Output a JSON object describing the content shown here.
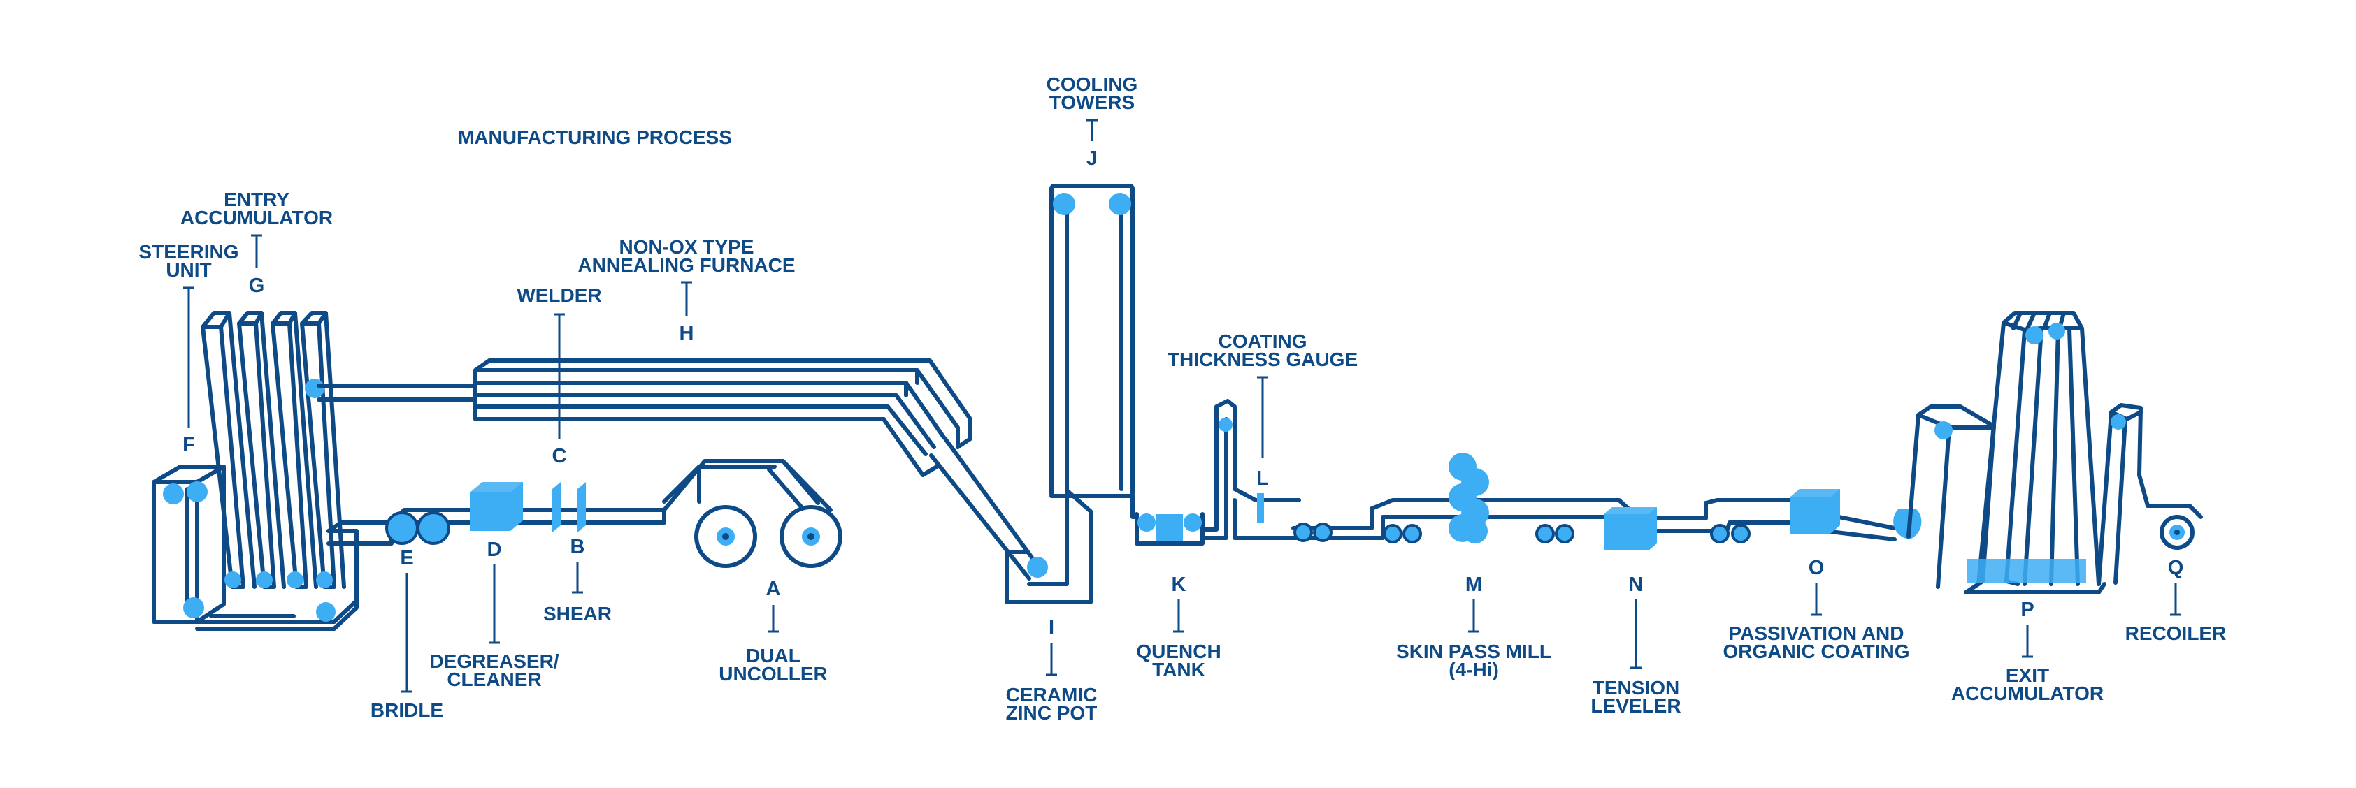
{
  "title": "MANUFACTURING PROCESS",
  "colors": {
    "line": "#0d4a86",
    "accent": "#3eaef4"
  },
  "stations": [
    {
      "id": "A",
      "letter": "A",
      "label": [
        "DUAL",
        "UNCOLLER"
      ]
    },
    {
      "id": "B",
      "letter": "B",
      "label": [
        "SHEAR"
      ]
    },
    {
      "id": "C",
      "letter": "C",
      "label": [
        "WELDER"
      ]
    },
    {
      "id": "D",
      "letter": "D",
      "label": [
        "DEGREASER/",
        "CLEANER"
      ]
    },
    {
      "id": "E",
      "letter": "E",
      "label": [
        "BRIDLE"
      ]
    },
    {
      "id": "F",
      "letter": "F",
      "label": [
        "STEERING",
        "UNIT"
      ]
    },
    {
      "id": "G",
      "letter": "G",
      "label": [
        "ENTRY",
        "ACCUMULATOR"
      ]
    },
    {
      "id": "H",
      "letter": "H",
      "label": [
        "NON-OX TYPE",
        "ANNEALING FURNACE"
      ]
    },
    {
      "id": "I",
      "letter": "I",
      "label": [
        "CERAMIC",
        "ZINC POT"
      ]
    },
    {
      "id": "J",
      "letter": "J",
      "label": [
        "COOLING",
        "TOWERS"
      ]
    },
    {
      "id": "K",
      "letter": "K",
      "label": [
        "QUENCH",
        "TANK"
      ]
    },
    {
      "id": "L",
      "letter": "L",
      "label": [
        "COATING",
        "THICKNESS GAUGE"
      ]
    },
    {
      "id": "M",
      "letter": "M",
      "label": [
        "SKIN PASS MILL",
        "(4-Hi)"
      ]
    },
    {
      "id": "N",
      "letter": "N",
      "label": [
        "TENSION",
        "LEVELER"
      ]
    },
    {
      "id": "O",
      "letter": "O",
      "label": [
        "PASSIVATION AND",
        "ORGANIC COATING"
      ]
    },
    {
      "id": "P",
      "letter": "P",
      "label": [
        "EXIT",
        "ACCUMULATOR"
      ]
    },
    {
      "id": "Q",
      "letter": "Q",
      "label": [
        "RECOILER"
      ]
    }
  ]
}
